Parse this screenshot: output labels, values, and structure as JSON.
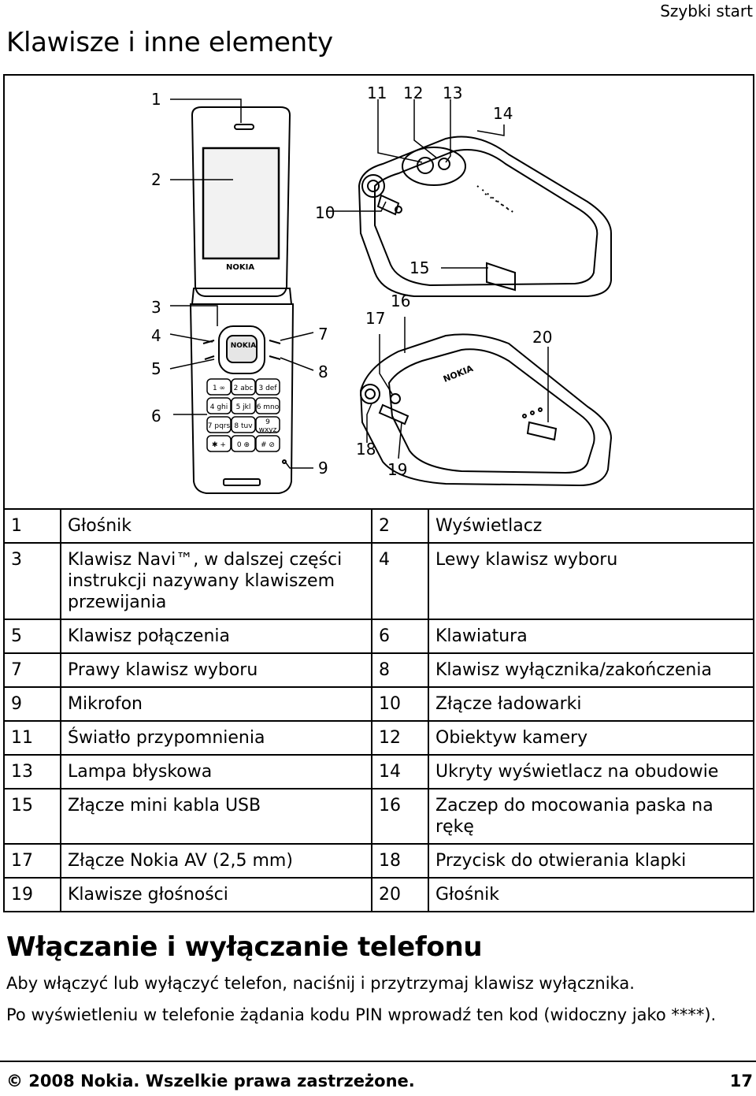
{
  "header": {
    "running_head": "Szybki start"
  },
  "page_title": "Klawisze i inne elementy",
  "figure": {
    "callouts": [
      "1",
      "2",
      "3",
      "4",
      "5",
      "6",
      "7",
      "8",
      "9",
      "10",
      "11",
      "12",
      "13",
      "14",
      "15",
      "16",
      "17",
      "18",
      "19",
      "20"
    ],
    "brand_label_front": "NOKIA",
    "brand_label_back": "NOKIA",
    "keypad": [
      [
        "1 ∞",
        "2 abc",
        "3 def"
      ],
      [
        "4 ghi",
        "5 jkl",
        "6 mno"
      ],
      [
        "7 pqrs",
        "8 tuv",
        "9 wxyz"
      ],
      [
        "✱ +",
        "0 ⊕",
        "# ⊘"
      ]
    ]
  },
  "legend": [
    {
      "n1": "1",
      "t1": "Głośnik",
      "n2": "2",
      "t2": "Wyświetlacz"
    },
    {
      "n1": "3",
      "t1": "Klawisz Navi™, w dalszej części instrukcji nazywany klawiszem przewijania",
      "n2": "4",
      "t2": "Lewy klawisz wyboru"
    },
    {
      "n1": "5",
      "t1": "Klawisz połączenia",
      "n2": "6",
      "t2": "Klawiatura"
    },
    {
      "n1": "7",
      "t1": "Prawy klawisz wyboru",
      "n2": "8",
      "t2": "Klawisz wyłącznika/zakończenia"
    },
    {
      "n1": "9",
      "t1": "Mikrofon",
      "n2": "10",
      "t2": "Złącze ładowarki"
    },
    {
      "n1": "11",
      "t1": "Światło przypomnienia",
      "n2": "12",
      "t2": "Obiektyw kamery"
    },
    {
      "n1": "13",
      "t1": "Lampa błyskowa",
      "n2": "14",
      "t2": "Ukryty wyświetlacz na obudowie"
    },
    {
      "n1": "15",
      "t1": "Złącze mini kabla USB",
      "n2": "16",
      "t2": "Zaczep do mocowania paska na rękę"
    },
    {
      "n1": "17",
      "t1": "Złącze Nokia AV (2,5 mm)",
      "n2": "18",
      "t2": "Przycisk do otwierania klapki"
    },
    {
      "n1": "19",
      "t1": "Klawisze głośności",
      "n2": "20",
      "t2": "Głośnik"
    }
  ],
  "section": {
    "title": "Włączanie i wyłączanie telefonu",
    "p1": "Aby włączyć lub wyłączyć telefon, naciśnij i przytrzymaj klawisz wyłącznika.",
    "p2": "Po wyświetleniu w telefonie żądania kodu PIN wprowadź ten kod (widoczny jako ****)."
  },
  "footer": {
    "copyright": "© 2008 Nokia. Wszelkie prawa zastrzeżone.",
    "page_number": "17"
  }
}
